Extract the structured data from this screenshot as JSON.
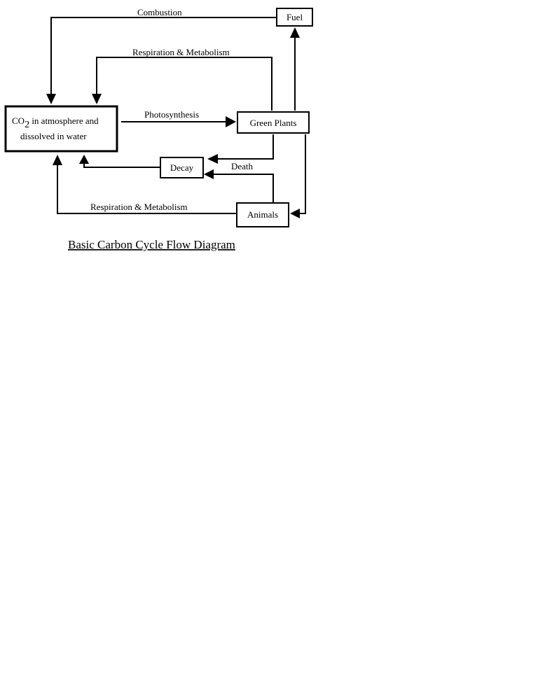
{
  "nodes": {
    "co2": {
      "line1_prefix": "CO",
      "line1_sub": "2",
      "line1_suffix": " in atmosphere and",
      "line2": "dissolved in water"
    },
    "fuel": "Fuel",
    "green_plants": "Green Plants",
    "decay": "Decay",
    "animals": "Animals"
  },
  "edges": {
    "combustion": "Combustion",
    "respiration_plants": "Respiration & Metabolism",
    "photosynthesis": "Photosynthesis",
    "death": "Death",
    "respiration_animals": "Respiration & Metabolism"
  },
  "title": "Basic Carbon Cycle Flow Diagram"
}
